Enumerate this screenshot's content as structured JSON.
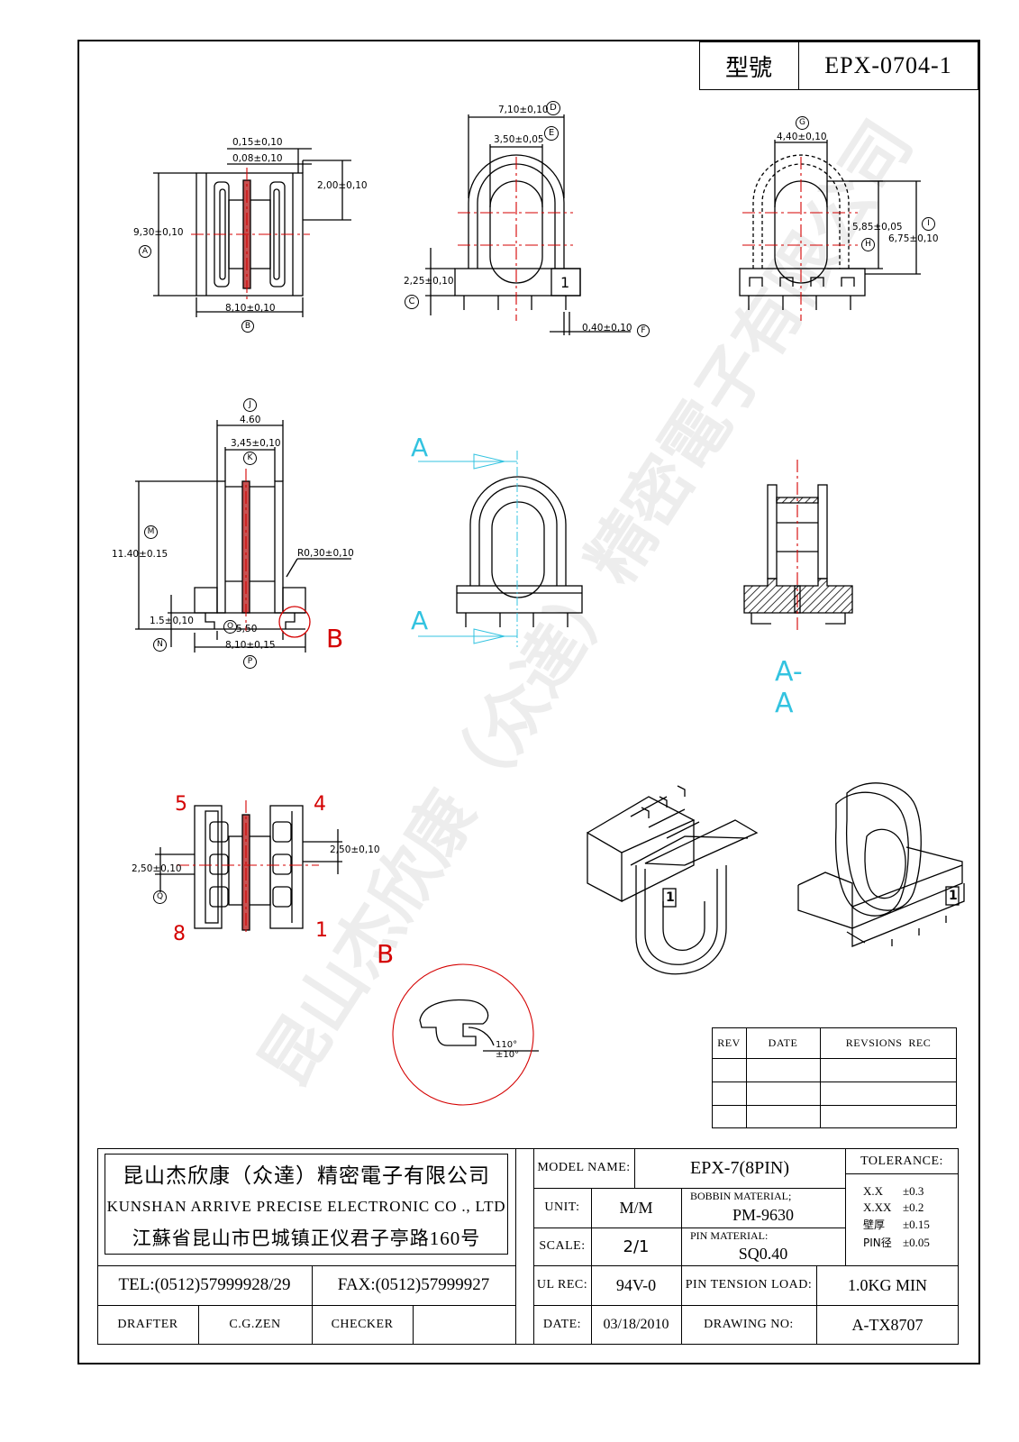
{
  "title_block": {
    "model_label": "型號",
    "model_value": "EPX-0704-1"
  },
  "watermark": "昆山杰欣康（众達）精密電子有限公司",
  "views": {
    "top": {
      "dims": [
        "0,15±0,10",
        "0,08±0,10",
        "2,00±0,10",
        "9,30±0,10",
        "8,10±0,10"
      ],
      "refs": [
        "A",
        "B"
      ]
    },
    "front": {
      "dims": [
        "7,10±0,10",
        "3,50±0,05",
        "2,25±0,10",
        "0,40±0,10"
      ],
      "refs": [
        "D",
        "E",
        "C",
        "F"
      ],
      "pin_mark": "1"
    },
    "rear": {
      "dims": [
        "4,40±0,10",
        "5,85±0,05",
        "6,75±0,10"
      ],
      "refs": [
        "G",
        "H",
        "I"
      ]
    },
    "side": {
      "dims": [
        "4.60",
        "3,45±0,10",
        "11.40±0.15",
        "R0,30±0,10",
        "1.5±0,10",
        "5,50",
        "8,10±0,15"
      ],
      "refs": [
        "J",
        "K",
        "M",
        "O",
        "N",
        "P"
      ],
      "detail_label": "B"
    },
    "section_arrows": [
      "A",
      "A"
    ],
    "section_label": "A-A",
    "bottom": {
      "pins": [
        "5",
        "4",
        "8",
        "1"
      ],
      "dims": [
        "2,50±0,10",
        "2,50±0,10"
      ],
      "refs": [
        "Q"
      ]
    },
    "detail": {
      "label": "B",
      "angle": "110°±10°"
    },
    "iso_pin_mark": "1"
  },
  "revision_table": {
    "headers": [
      "REV",
      "DATE",
      "REVSIONS  REC"
    ],
    "rows": [
      [
        "",
        "",
        ""
      ],
      [
        "",
        "",
        ""
      ],
      [
        "",
        "",
        ""
      ]
    ]
  },
  "company": {
    "name_cn": "昆山杰欣康（众達）精密電子有限公司",
    "name_en": "KUNSHAN ARRIVE PRECISE ELECTRONIC CO ., LTD",
    "address": "江蘇省昆山市巴城镇正仪君子亭路160号",
    "tel": "TEL:(0512)57999928/29",
    "fax": "FAX:(0512)57999927",
    "drafter_label": "DRAFTER",
    "drafter_value": "C.G.ZEN",
    "checker_label": "CHECKER",
    "checker_value": ""
  },
  "spec": {
    "model_name_label": "MODEL NAME:",
    "model_name_value": "EPX-7(8PIN)",
    "unit_label": "UNIT:",
    "unit_value": "M/M",
    "bobbin_material_label": "BOBBIN MATERIAL;",
    "bobbin_material_value": "PM-9630",
    "scale_label": "SCALE:",
    "scale_value": "2/1",
    "pin_material_label": "PIN MATERIAL:",
    "pin_material_value": "SQ0.40",
    "ul_label": "UL REC:",
    "ul_value": "94V-0",
    "pin_tension_label": "PIN TENSION LOAD:",
    "pin_tension_value": "1.0KG MIN",
    "date_label": "DATE:",
    "date_value": "03/18/2010",
    "drawing_no_label": "DRAWING NO:",
    "drawing_no_value": "A-TX8707"
  },
  "tolerance": {
    "title": "TOLERANCE:",
    "rows": [
      {
        "label": "X.X",
        "value": "±0.3"
      },
      {
        "label": "X.XX",
        "value": "±0.2"
      },
      {
        "label": "壁厚",
        "value": "±0.15"
      },
      {
        "label": "PIN径",
        "value": "±0.05"
      }
    ]
  },
  "colors": {
    "line": "#000000",
    "center_line": "#d40000",
    "section_arrow": "#33c3e0",
    "winding": "#c85050"
  }
}
